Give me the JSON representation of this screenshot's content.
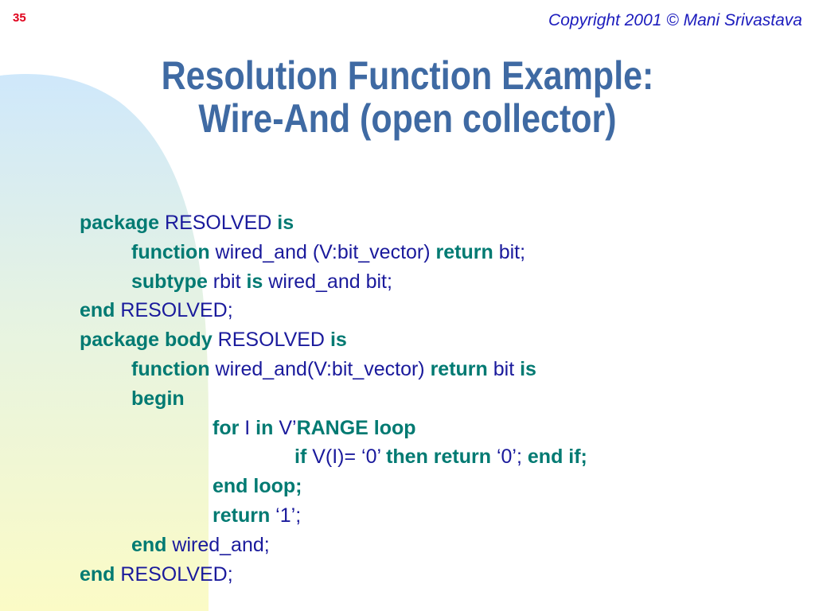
{
  "slide": {
    "number": "35",
    "copyright": "Copyright 2001 © Mani Srivastava",
    "title_line1": "Resolution Function Example:",
    "title_line2": "Wire-And (open collector)"
  },
  "code": {
    "l1": {
      "k1": "package",
      "t1": " RESOLVED ",
      "k2": "is"
    },
    "l2": {
      "k1": "function",
      "t1": " wired_and (V:bit_vector) ",
      "k2": "return",
      "t2": " bit;"
    },
    "l3": {
      "k1": "subtype",
      "t1": " rbit ",
      "k2": "is",
      "t2": " wired_and bit;"
    },
    "l4": {
      "k1": "end",
      "t1": " RESOLVED;"
    },
    "l5": {
      "k1": "package body",
      "t1": " RESOLVED ",
      "k2": "is"
    },
    "l6": {
      "k1": "function",
      "t1": " wired_and(V:bit_vector) ",
      "k2": "return",
      "t2": " bit ",
      "k3": "is"
    },
    "l7": {
      "k1": "begin"
    },
    "l8": {
      "k1": "for",
      "t1": " I ",
      "k2": "in",
      "t2": " V’",
      "k3": "RANGE loop"
    },
    "l9": {
      "k1": "if",
      "t1": " V(I)= ‘0’ ",
      "k2": "then return",
      "t2": " ‘0’; ",
      "k3": "end if;"
    },
    "l10": {
      "k1": "end loop;"
    },
    "l11": {
      "k1": "return",
      "t1": " ‘1’;"
    },
    "l12": {
      "k1": "end",
      "t1": " wired_and;"
    },
    "l13": {
      "k1": "end",
      "t1": " RESOLVED;"
    }
  }
}
